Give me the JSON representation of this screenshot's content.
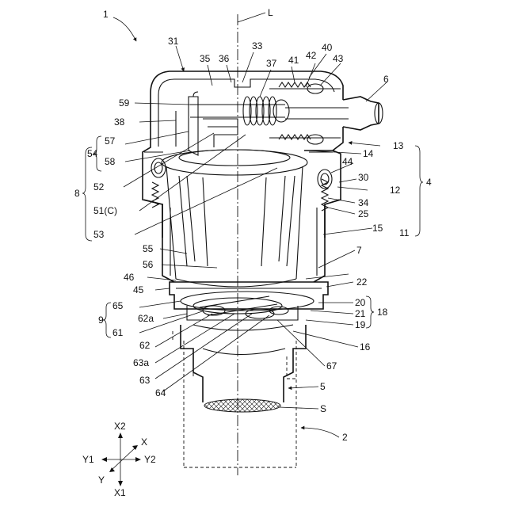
{
  "figure": {
    "number": "1",
    "axis_letter": "L",
    "callouts": {
      "n31": "31",
      "n33": "33",
      "n35": "35",
      "n36": "36",
      "n37": "37",
      "n40": "40",
      "n41": "41",
      "n42": "42",
      "n43": "43",
      "n6": "6",
      "n59": "59",
      "n38": "38",
      "n57": "57",
      "n54": "54",
      "n58": "58",
      "n13": "13",
      "n14": "14",
      "n44": "44",
      "n30": "30",
      "n12": "12",
      "n4": "4",
      "n8": "8",
      "n52": "52",
      "n34": "34",
      "n25": "25",
      "n51c": "51(C)",
      "n11": "11",
      "n15": "15",
      "n53": "53",
      "n55": "55",
      "n7": "7",
      "n56": "56",
      "n46": "46",
      "n22": "22",
      "n45": "45",
      "n65": "65",
      "n20": "20",
      "n18": "18",
      "n9": "9",
      "n62a": "62a",
      "n21": "21",
      "n61": "61",
      "n19": "19",
      "n62": "62",
      "n16": "16",
      "n63a": "63a",
      "n67": "67",
      "n63": "63",
      "n5": "5",
      "n64": "64",
      "nS": "S",
      "n2": "2"
    },
    "axes": {
      "x2": "X2",
      "x": "X",
      "y1": "Y1",
      "y2": "Y2",
      "y": "Y",
      "x1": "X1"
    }
  }
}
